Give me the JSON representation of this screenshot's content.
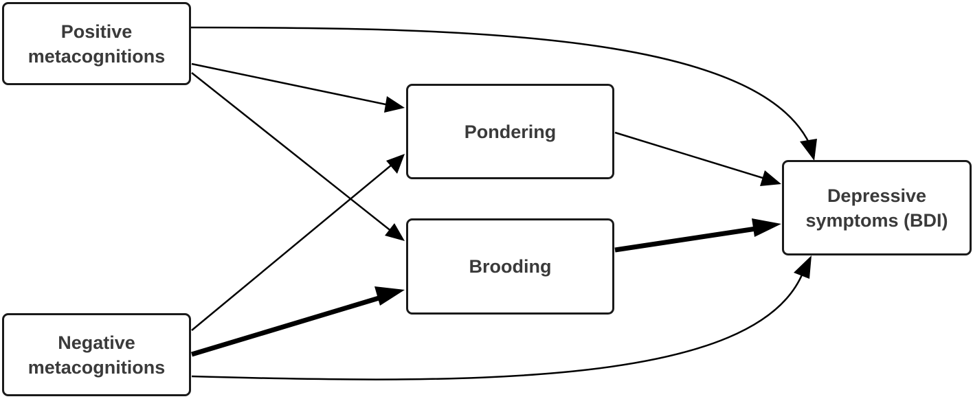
{
  "nodes": {
    "positive_metacognitions": {
      "label": "Positive\nmetacognitions"
    },
    "negative_metacognitions": {
      "label": "Negative\nmetacognitions"
    },
    "pondering": {
      "label": "Pondering"
    },
    "brooding": {
      "label": "Brooding"
    },
    "depressive_symptoms": {
      "label": "Depressive\nsymptoms (BDI)"
    }
  },
  "edges": [
    {
      "from": "positive_metacognitions",
      "to": "pondering",
      "weight": "thin"
    },
    {
      "from": "positive_metacognitions",
      "to": "brooding",
      "weight": "thin"
    },
    {
      "from": "positive_metacognitions",
      "to": "depressive_symptoms",
      "weight": "thin",
      "shape": "curved"
    },
    {
      "from": "negative_metacognitions",
      "to": "pondering",
      "weight": "thin"
    },
    {
      "from": "negative_metacognitions",
      "to": "brooding",
      "weight": "thick"
    },
    {
      "from": "negative_metacognitions",
      "to": "depressive_symptoms",
      "weight": "thin",
      "shape": "curved"
    },
    {
      "from": "pondering",
      "to": "depressive_symptoms",
      "weight": "thin"
    },
    {
      "from": "brooding",
      "to": "depressive_symptoms",
      "weight": "thick"
    }
  ],
  "colors": {
    "edge": "#000000",
    "border": "#1a1a1a",
    "text": "#3a3a3a"
  }
}
